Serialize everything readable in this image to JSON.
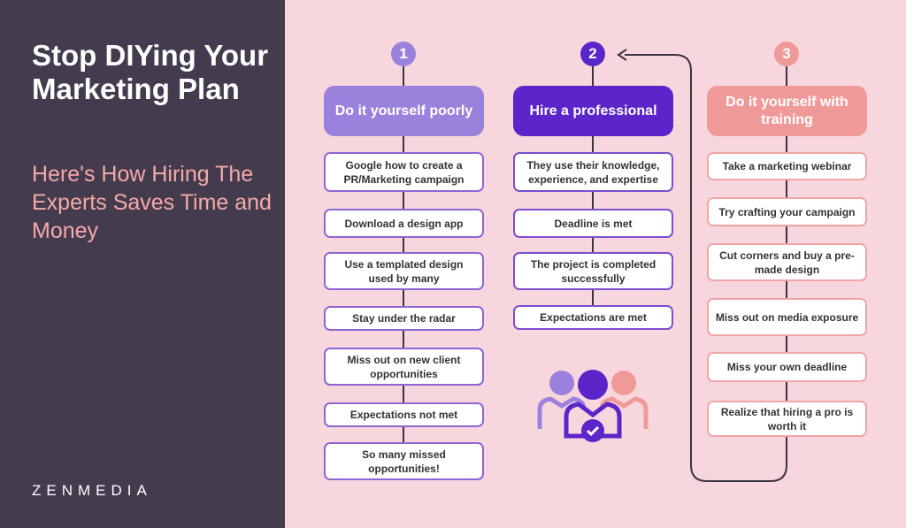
{
  "sidebar": {
    "title": "Stop DIYing Your Marketing Plan",
    "subtitle": "Here's How Hiring The Experts Saves Time and Money",
    "logo": "ZENMEDIA"
  },
  "columns": [
    {
      "number": "1",
      "header": "Do it yourself poorly",
      "color": "#9a82dc",
      "border": "#8d66d6",
      "steps": [
        "Google how to create a PR/Marketing campaign",
        "Download a design app",
        "Use a templated design used by many",
        "Stay under the radar",
        "Miss out on new client opportunities",
        "Expectations not met",
        "So many missed opportunities!"
      ]
    },
    {
      "number": "2",
      "header": "Hire a professional",
      "color": "#5b25c9",
      "border": "#7a4fd0",
      "steps": [
        "They use their knowledge, experience, and expertise",
        "Deadline is met",
        "The project is completed successfully",
        "Expectations are met"
      ]
    },
    {
      "number": "3",
      "header": "Do it yourself with training",
      "color": "#ef9a98",
      "border": "#f0a6a4",
      "steps": [
        "Take a marketing webinar",
        "Try crafting your campaign",
        "Cut corners and buy a pre-made design",
        "Miss out on media exposure",
        "Miss your own deadline",
        "Realize that hiring a pro is worth it"
      ]
    }
  ]
}
